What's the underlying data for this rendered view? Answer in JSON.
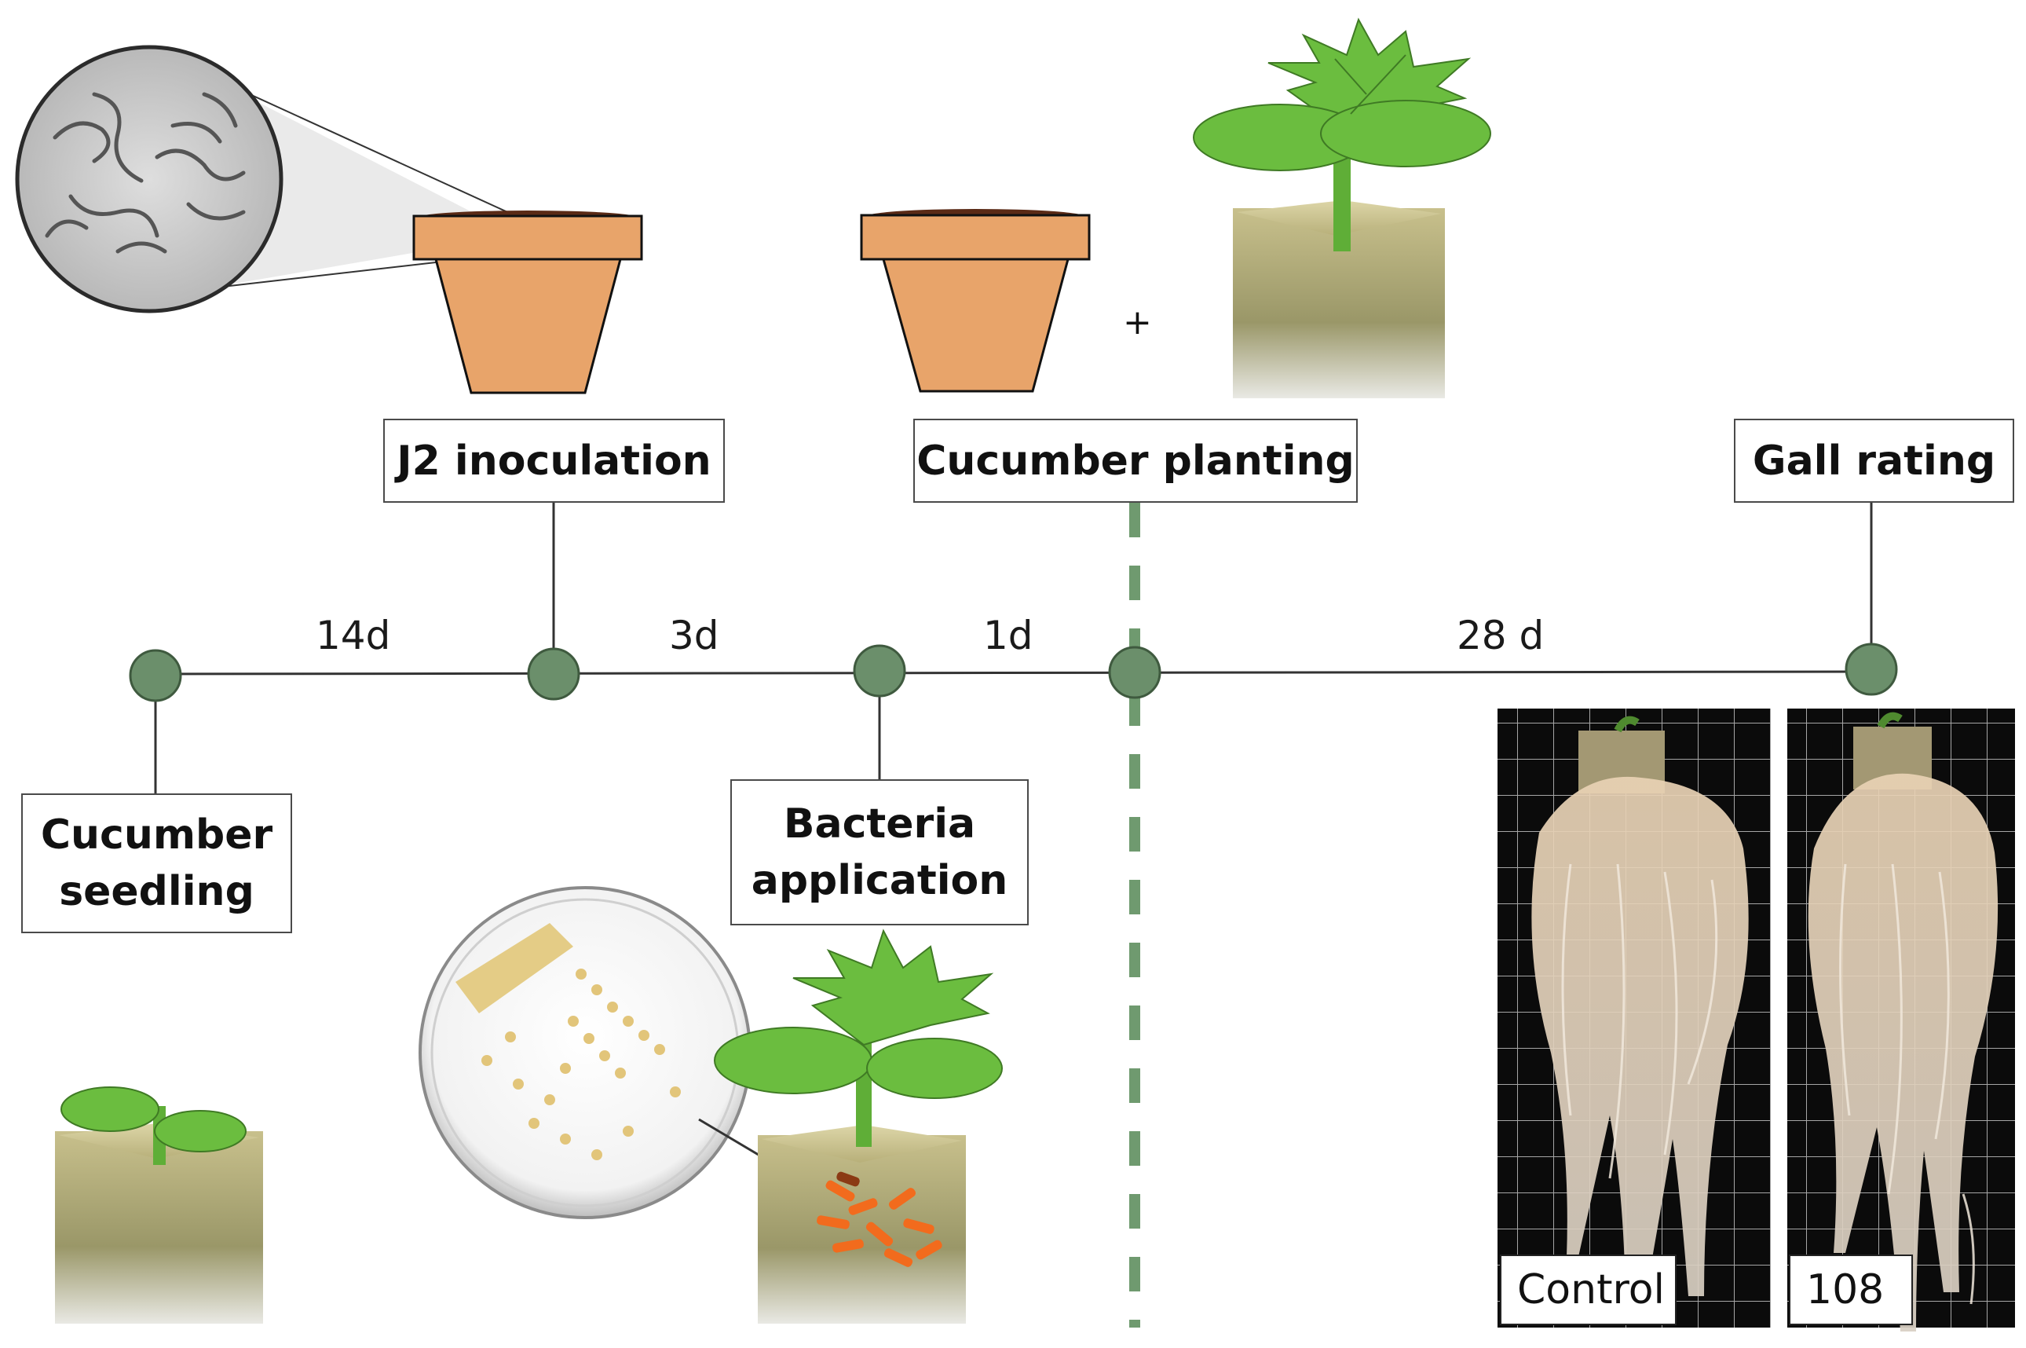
{
  "steps": {
    "seedling": "Cucumber\nseedling",
    "j2": "J2 inoculation",
    "bacteria": "Bacteria\napplication",
    "planting": "Cucumber planting",
    "gall": "Gall rating"
  },
  "intervals": {
    "i1": "14d",
    "i2": "3d",
    "i3": "1d",
    "i4": "28 d"
  },
  "plus_sign": "+",
  "photos": {
    "control_label": "Control",
    "treated_label": "108"
  },
  "colors": {
    "node": "#6b8f6b",
    "pot": "#e8a46a",
    "leaf": "#6bbd3f",
    "dashed_line": "#6f9a6f",
    "bacteria": "#f26b1d",
    "rockwool": "#c9c18c",
    "photo_bg": "#0b0b0b"
  },
  "icons": [
    "magnifier-nematode-icon",
    "pot-icon",
    "seedling-icon",
    "petri-dish-icon",
    "root-photo-icon"
  ]
}
